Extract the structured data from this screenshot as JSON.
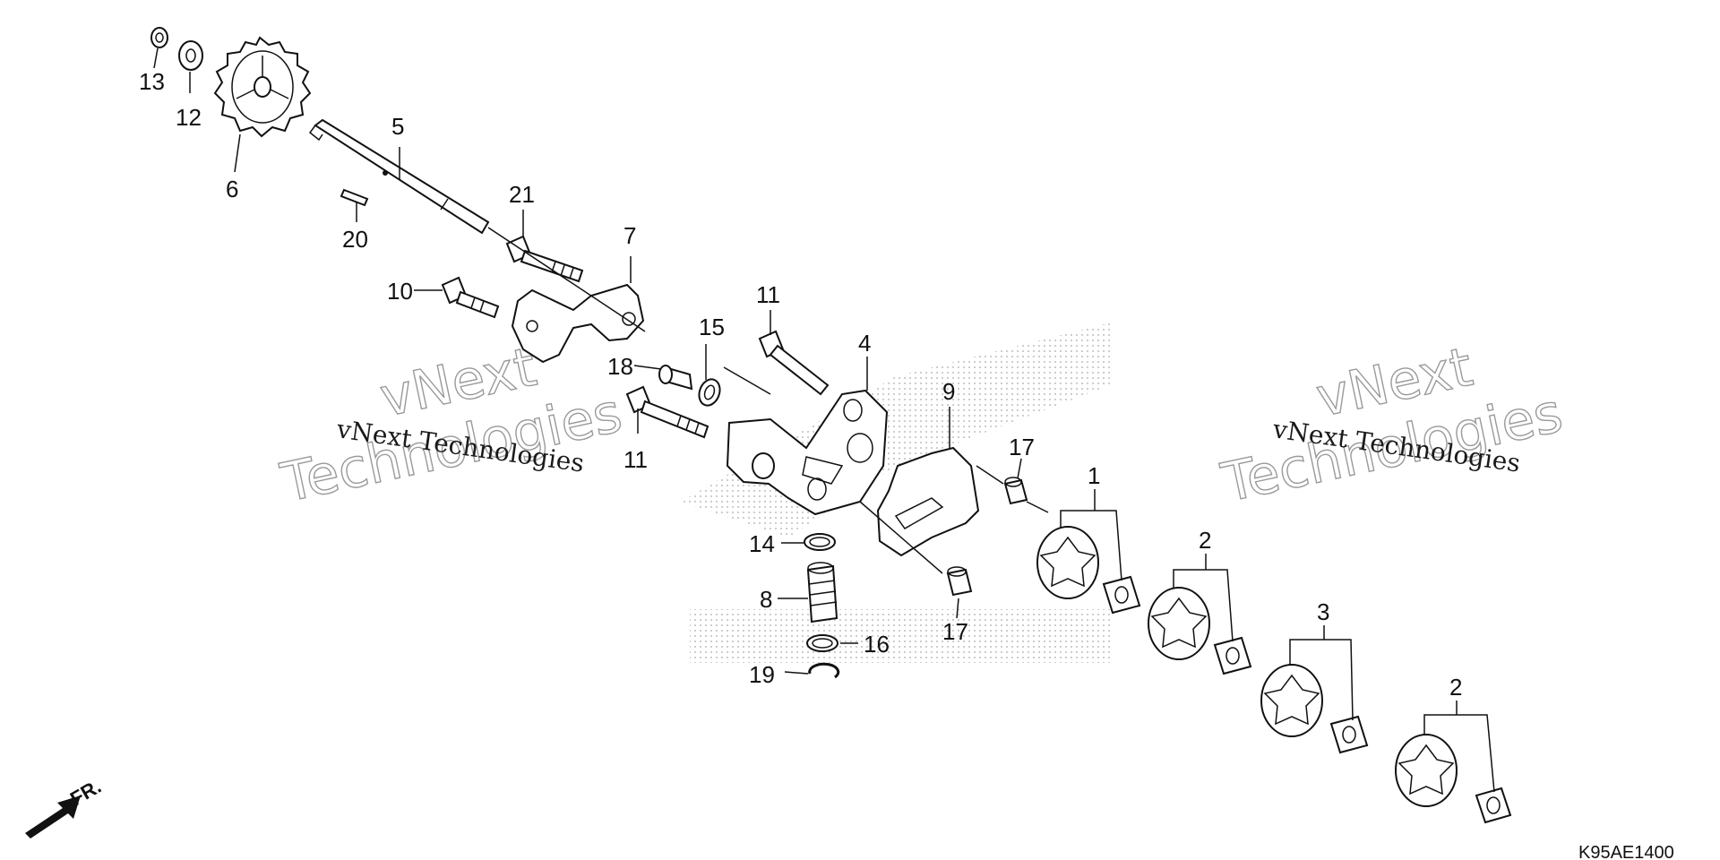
{
  "diagram": {
    "callouts": [
      "13",
      "12",
      "6",
      "5",
      "20",
      "21",
      "7",
      "10",
      "11",
      "15",
      "18",
      "11",
      "4",
      "9",
      "17",
      "14",
      "8",
      "16",
      "19",
      "17",
      "1",
      "2",
      "3",
      "2"
    ],
    "watermark": {
      "small_text": "vNext Technologies",
      "big_line1": "vNext",
      "big_line2": "Technologies"
    },
    "front_label": "FR.",
    "reference_code": "K95AE1400"
  }
}
